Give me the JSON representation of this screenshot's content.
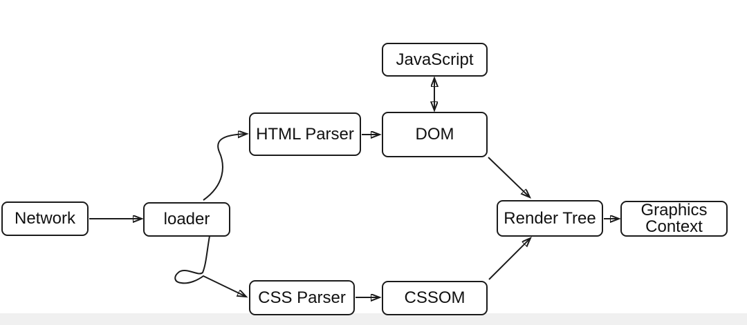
{
  "diagram": {
    "description": "Browser rendering pipeline flowchart",
    "nodes": [
      {
        "id": "network",
        "label": "Network"
      },
      {
        "id": "loader",
        "label": "loader"
      },
      {
        "id": "html_parser",
        "label": "HTML Parser"
      },
      {
        "id": "javascript",
        "label": "JavaScript"
      },
      {
        "id": "dom",
        "label": "DOM"
      },
      {
        "id": "css_parser",
        "label": "CSS Parser"
      },
      {
        "id": "cssom",
        "label": "CSSOM"
      },
      {
        "id": "render_tree",
        "label": "Render Tree"
      },
      {
        "id": "graphics_context",
        "label": "Graphics Context"
      }
    ],
    "edges": [
      {
        "from": "Network",
        "to": "loader",
        "arrow": "single",
        "shape": "straight"
      },
      {
        "from": "loader",
        "to": "HTML Parser",
        "arrow": "single",
        "shape": "s-curve"
      },
      {
        "from": "HTML Parser",
        "to": "DOM",
        "arrow": "single",
        "shape": "straight"
      },
      {
        "from": "JavaScript",
        "to": "DOM",
        "arrow": "double",
        "shape": "straight"
      },
      {
        "from": "DOM",
        "to": "Render Tree",
        "arrow": "single",
        "shape": "diagonal"
      },
      {
        "from": "loader",
        "to": "CSS Parser",
        "arrow": "single",
        "shape": "loop-curve"
      },
      {
        "from": "CSS Parser",
        "to": "CSSOM",
        "arrow": "single",
        "shape": "straight"
      },
      {
        "from": "CSSOM",
        "to": "Render Tree",
        "arrow": "single",
        "shape": "diagonal"
      },
      {
        "from": "Render Tree",
        "to": "Graphics Context",
        "arrow": "single",
        "shape": "straight"
      }
    ],
    "colors": {
      "background": "#ffffff",
      "box_fill": "#ffffff",
      "box_border": "#1a1a1a",
      "arrow": "#1a1a1a",
      "text": "#111111",
      "bottom_strip": "#f0f0f0"
    }
  }
}
